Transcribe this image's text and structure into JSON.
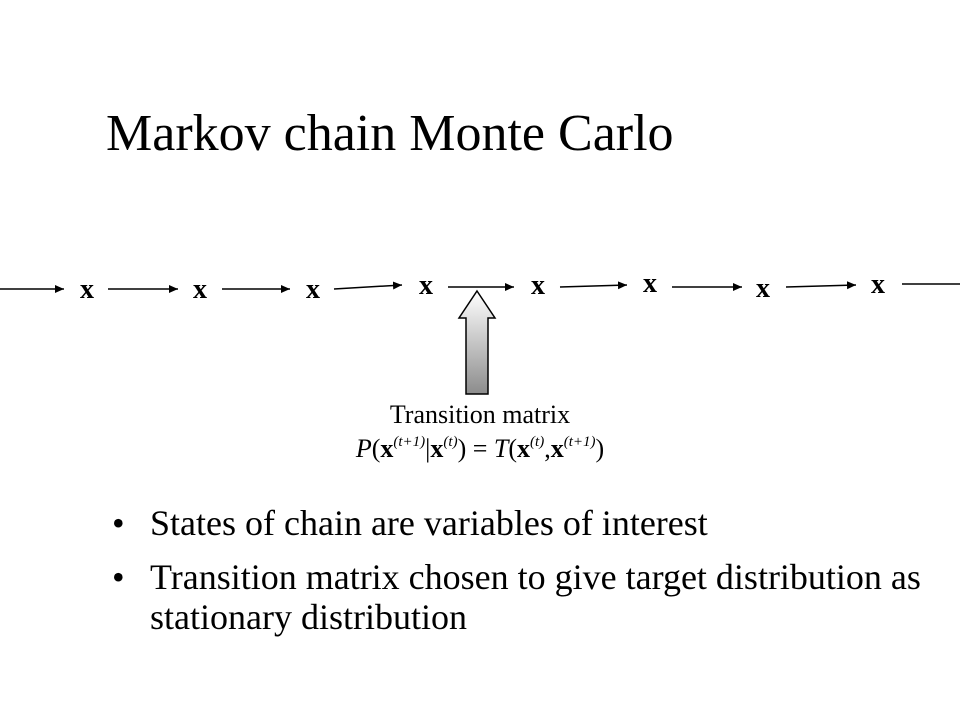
{
  "title": "Markov chain Monte Carlo",
  "chain": {
    "state_label": "x",
    "state_count": 8
  },
  "caption": {
    "title": "Transition matrix",
    "formula": {
      "P": "P",
      "x": "x",
      "t": "t",
      "t_plus_1": "t+1",
      "t_plus_1_italic": "t+1",
      "T": "T",
      "equals": "=",
      "given": "|",
      "comma": ","
    }
  },
  "bullets": [
    "States of chain are variables of interest",
    "Transition matrix chosen to give target distribution as stationary distribution"
  ],
  "bullet_symbol": "•",
  "colors": {
    "arrow_gradient_top": "#ffffff",
    "arrow_gradient_bottom": "#8c8c8c",
    "text": "#000000"
  }
}
